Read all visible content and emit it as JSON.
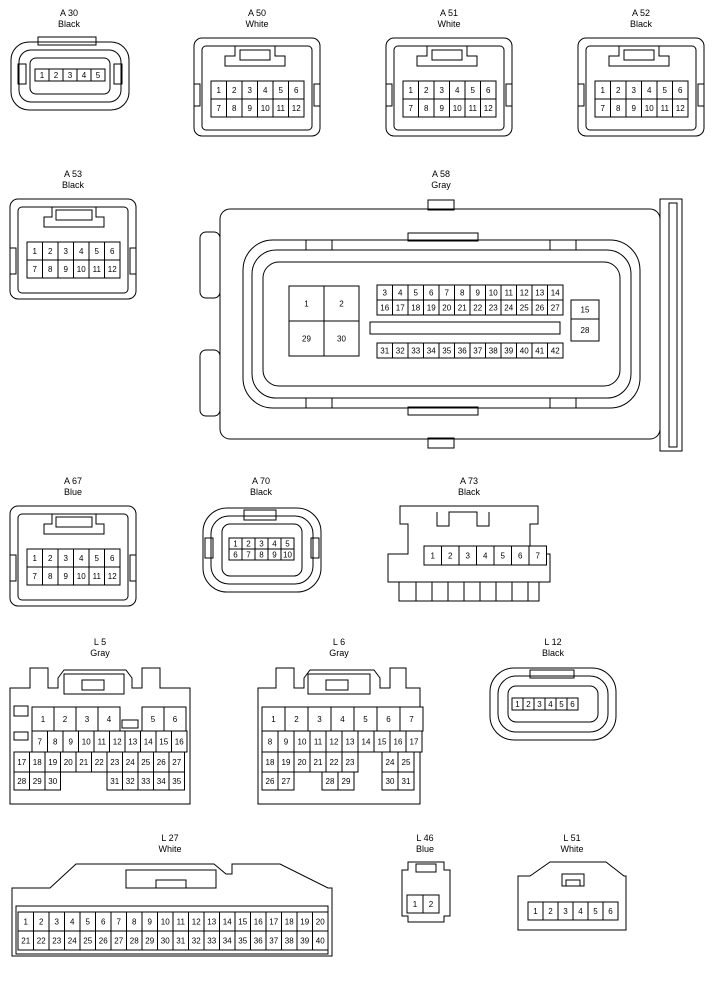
{
  "connectors": {
    "a30": {
      "code": "A 30",
      "color": "Black",
      "pins": [
        "1",
        "2",
        "3",
        "4",
        "5"
      ]
    },
    "a50": {
      "code": "A 50",
      "color": "White",
      "pins": [
        "1",
        "2",
        "3",
        "4",
        "5",
        "6",
        "7",
        "8",
        "9",
        "10",
        "11",
        "12"
      ]
    },
    "a51": {
      "code": "A 51",
      "color": "White",
      "pins": [
        "1",
        "2",
        "3",
        "4",
        "5",
        "6",
        "7",
        "8",
        "9",
        "10",
        "11",
        "12"
      ]
    },
    "a52": {
      "code": "A 52",
      "color": "Black",
      "pins": [
        "1",
        "2",
        "3",
        "4",
        "5",
        "6",
        "7",
        "8",
        "9",
        "10",
        "11",
        "12"
      ]
    },
    "a53": {
      "code": "A 53",
      "color": "Black",
      "pins": [
        "1",
        "2",
        "3",
        "4",
        "5",
        "6",
        "7",
        "8",
        "9",
        "10",
        "11",
        "12"
      ]
    },
    "a58": {
      "code": "A 58",
      "color": "Gray",
      "big_pins": [
        "1",
        "2",
        "29",
        "30"
      ],
      "row1": [
        "3",
        "4",
        "5",
        "6",
        "7",
        "8",
        "9",
        "10",
        "11",
        "12",
        "13",
        "14"
      ],
      "row2": [
        "16",
        "17",
        "18",
        "19",
        "20",
        "21",
        "22",
        "23",
        "24",
        "25",
        "26",
        "27"
      ],
      "row3": [
        "31",
        "32",
        "33",
        "34",
        "35",
        "36",
        "37",
        "38",
        "39",
        "40",
        "41",
        "42"
      ],
      "side_pins": [
        "15",
        "28"
      ]
    },
    "a67": {
      "code": "A 67",
      "color": "Blue",
      "pins": [
        "1",
        "2",
        "3",
        "4",
        "5",
        "6",
        "7",
        "8",
        "9",
        "10",
        "11",
        "12"
      ]
    },
    "a70": {
      "code": "A 70",
      "color": "Black",
      "pins": [
        "1",
        "2",
        "3",
        "4",
        "5",
        "6",
        "7",
        "8",
        "9",
        "10"
      ]
    },
    "a73": {
      "code": "A 73",
      "color": "Black",
      "pins": [
        "1",
        "2",
        "3",
        "4",
        "5",
        "6",
        "7"
      ]
    },
    "l5": {
      "code": "L 5",
      "color": "Gray",
      "row1": [
        "1",
        "2",
        "3",
        "4",
        "5",
        "6"
      ],
      "row2": [
        "7",
        "8",
        "9",
        "10",
        "11",
        "12",
        "13",
        "14",
        "15",
        "16"
      ],
      "row3": [
        "17",
        "18",
        "19",
        "20",
        "21",
        "22",
        "23",
        "24",
        "25",
        "26",
        "27"
      ],
      "row4": [
        "28",
        "29",
        "30",
        "31",
        "32",
        "33",
        "34",
        "35"
      ]
    },
    "l6": {
      "code": "L 6",
      "color": "Gray",
      "row1": [
        "1",
        "2",
        "3",
        "4",
        "5",
        "6",
        "7"
      ],
      "row2": [
        "8",
        "9",
        "10",
        "11",
        "12",
        "13",
        "14",
        "15",
        "16",
        "17"
      ],
      "row3": [
        "18",
        "19",
        "20",
        "21",
        "22",
        "23",
        "24",
        "25"
      ],
      "row4": [
        "26",
        "27",
        "28",
        "29",
        "30",
        "31"
      ]
    },
    "l12": {
      "code": "L 12",
      "color": "Black",
      "pins": [
        "1",
        "2",
        "3",
        "4",
        "5",
        "6"
      ]
    },
    "l27": {
      "code": "L 27",
      "color": "White",
      "row1": [
        "1",
        "2",
        "3",
        "4",
        "5",
        "6",
        "7",
        "8",
        "9",
        "10",
        "11",
        "12",
        "13",
        "14",
        "15",
        "16",
        "17",
        "18",
        "19",
        "20"
      ],
      "row2": [
        "21",
        "22",
        "23",
        "24",
        "25",
        "26",
        "27",
        "28",
        "29",
        "30",
        "31",
        "32",
        "33",
        "34",
        "35",
        "36",
        "37",
        "38",
        "39",
        "40"
      ]
    },
    "l46": {
      "code": "L 46",
      "color": "Blue",
      "pins": [
        "1",
        "2"
      ]
    },
    "l51": {
      "code": "L 51",
      "color": "White",
      "pins": [
        "1",
        "2",
        "3",
        "4",
        "5",
        "6"
      ]
    }
  }
}
